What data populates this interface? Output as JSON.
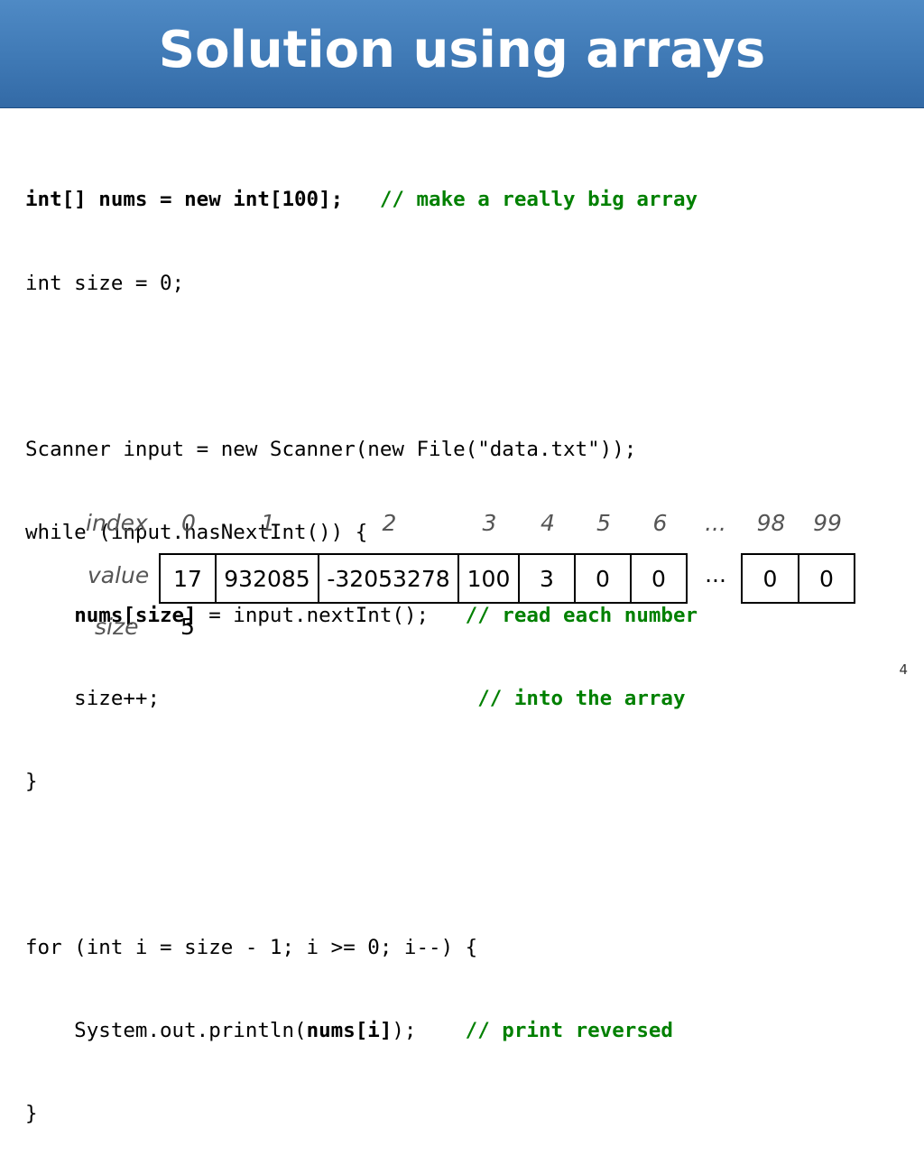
{
  "slide": {
    "title": "Solution using arrays",
    "page_number": "4"
  },
  "code": {
    "l1_a": "int[] nums = new int[100];",
    "l1_pad": "   ",
    "l1_comment": "// make a really big array",
    "l2": "int size = 0;",
    "l4": "Scanner input = new Scanner(new File(\"data.txt\"));",
    "l5": "while (input.hasNextInt()) {",
    "l6_indent": "    ",
    "l6_a": "nums[size]",
    "l6_b": " = input.nextInt();   ",
    "l6_comment": "// read each number",
    "l7_a": "    size++;                          ",
    "l7_comment": "// into the array",
    "l8": "}",
    "l10": "for (int i = size - 1; i >= 0; i--) {",
    "l11_a": "    System.out.println(",
    "l11_b": "nums[i]",
    "l11_c": ");    ",
    "l11_comment": "// print reversed",
    "l12": "}"
  },
  "array": {
    "index_label": "index",
    "value_label": "value",
    "size_label": "size",
    "indices": [
      "0",
      "1",
      "2",
      "3",
      "4",
      "5",
      "6",
      "...",
      "98",
      "99"
    ],
    "values": [
      "17",
      "932085",
      "-32053278",
      "100",
      "3",
      "0",
      "0",
      "0",
      "0"
    ],
    "ellipsis": "...",
    "size_value": "5"
  }
}
